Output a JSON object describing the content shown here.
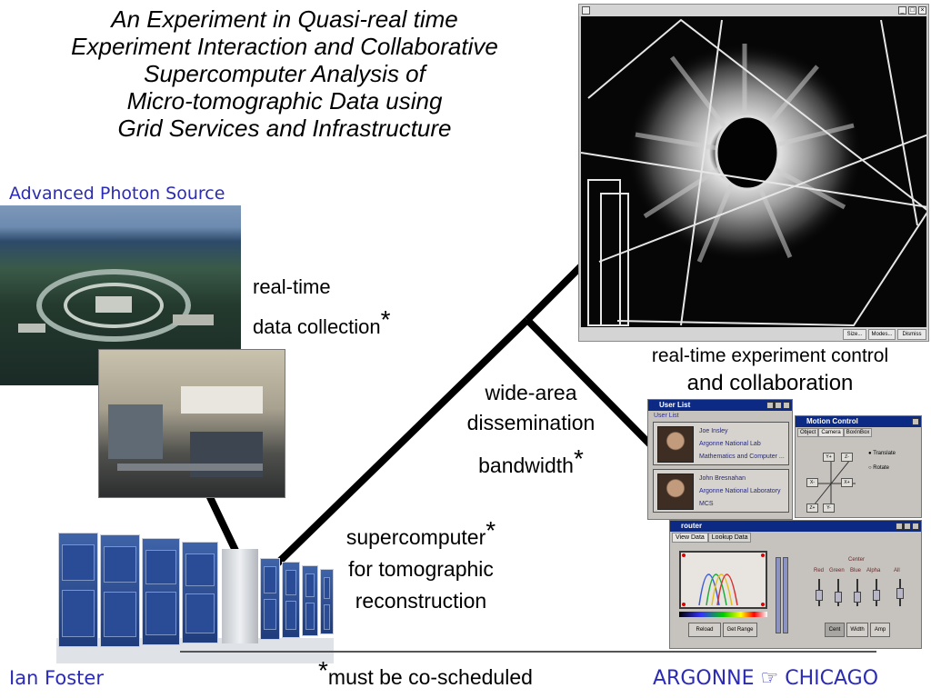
{
  "title": {
    "lines": [
      "An Experiment in Quasi-real time",
      "Experiment Interaction and Collaborative",
      "Supercomputer Analysis of",
      "Micro-tomographic Data using",
      "Grid Services and Infrastructure"
    ]
  },
  "aps_label": "Advanced Photon Source",
  "captions": {
    "data_collection_1": "real-time",
    "data_collection_2": "data collection",
    "experiment_control_1": "real-time experiment control",
    "experiment_control_2": "and collaboration",
    "dissemination_1": "wide-area",
    "dissemination_2": "dissemination",
    "dissemination_3": "bandwidth",
    "supercomputer_1": "supercomputer",
    "supercomputer_2": "for tomographic",
    "supercomputer_3": "reconstruction",
    "star": "*",
    "footnote": "must be co-scheduled"
  },
  "author": "Ian Foster",
  "footer_right": "ARGONNE ☞ CHICAGO",
  "viz_window": {
    "buttons": [
      "Size...",
      "Modes...",
      "Dismiss"
    ]
  },
  "user_list": {
    "title": "User List",
    "label": "User List",
    "users": [
      {
        "name": "Joe Insley",
        "org": "Argonne National Lab",
        "dept": "Mathematics and Computer ..."
      },
      {
        "name": "John Bresnahan",
        "org": "Argonne National Laboratory",
        "dept": "MCS"
      }
    ]
  },
  "motion_control": {
    "title": "Motion Control",
    "tabs": [
      "Object",
      "Camera",
      "BoxInBox"
    ],
    "buttons": [
      "Y+",
      "Z-",
      "X-",
      "X+",
      "Z+",
      "Y-"
    ],
    "options": [
      "Translate",
      "Rotate"
    ]
  },
  "router": {
    "title": "router",
    "tabs": [
      "View Data",
      "Lookup Data"
    ],
    "buttons": [
      "Reload",
      "Get Range",
      "Cent",
      "Width",
      "Amp"
    ],
    "center_label": "Center",
    "channels": [
      "Red",
      "Green",
      "Blue",
      "Alpha",
      "All"
    ]
  }
}
